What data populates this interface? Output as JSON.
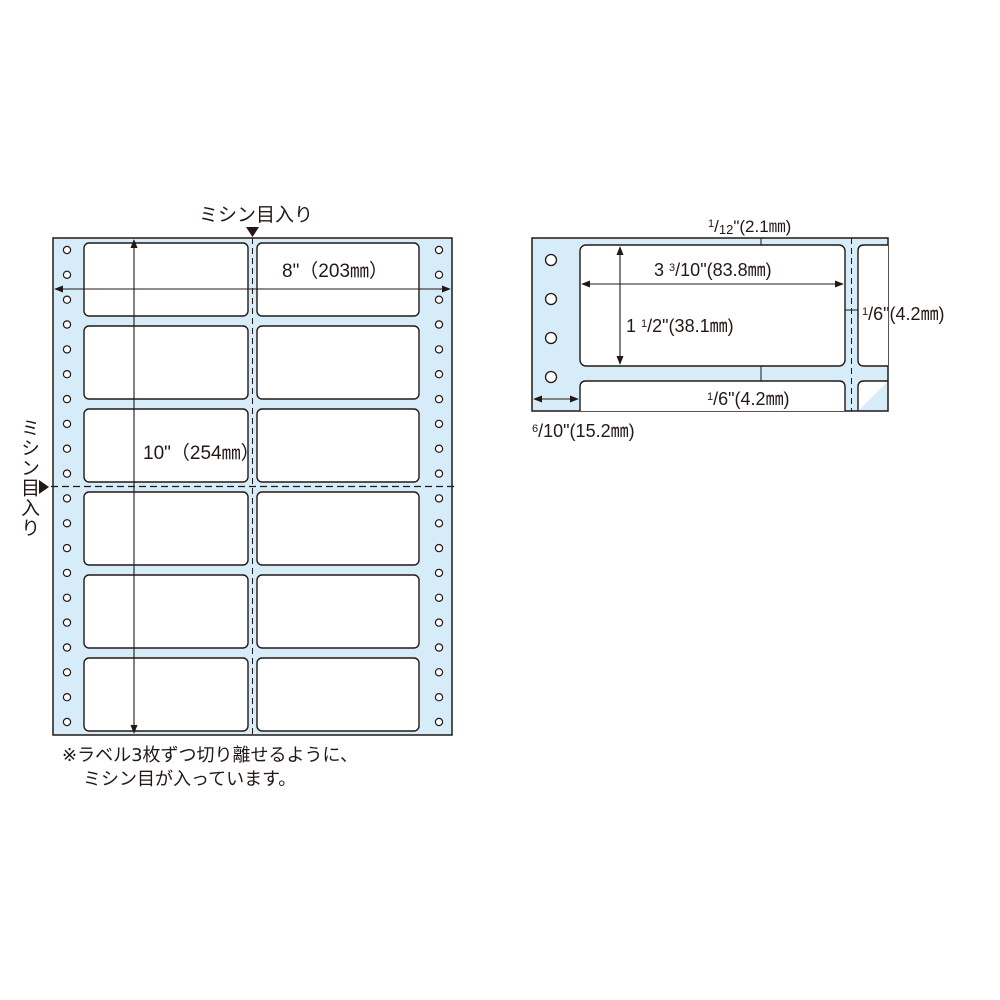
{
  "colors": {
    "sheet_fill": "#d6ecf8",
    "line": "#231815",
    "label_fill": "#ffffff"
  },
  "overview": {
    "top_perforation_label": "ミシン目入り",
    "side_perforation_label": "ミシン目入り",
    "width_dimension": "8\"（203㎜）",
    "height_dimension": "10\"（254㎜）",
    "label_columns": 2,
    "label_rows": 6,
    "feed_holes_per_side": 20,
    "note_line1": "※ラベル3枚ずつ切り離せるように、",
    "note_line2": "ミシン目が入っています。"
  },
  "detail": {
    "gap_top_dimension": "1/12\"（2.1㎜）",
    "label_width_dimension": "3 3/10\"（83.8㎜）",
    "label_height_dimension": "1 1/2\"（38.1㎜）",
    "gap_right_dimension": "1/6\"（4.2㎜）",
    "gap_bottom_dimension": "1/6\"（4.2㎜）",
    "margin_dimension": "6/10\"（15.2㎜）",
    "parts": {
      "gap_top": {
        "sup": "1",
        "den": "12",
        "rest": "\"(2.1㎜)"
      },
      "label_width": {
        "whole": "3 ",
        "sup": "3",
        "den": "10",
        "rest": "\"(83.8㎜)"
      },
      "label_height": {
        "whole": "1 ",
        "sup": "1",
        "den": "2",
        "rest": "\"(38.1㎜)"
      },
      "gap_right": {
        "sup": "1",
        "den": "6",
        "rest": "\"(4.2㎜)"
      },
      "gap_bottom": {
        "sup": "1",
        "den": "6",
        "rest": "\"(4.2㎜)"
      },
      "margin": {
        "sup": "6",
        "den": "10",
        "rest": "\"(15.2㎜)"
      }
    }
  }
}
